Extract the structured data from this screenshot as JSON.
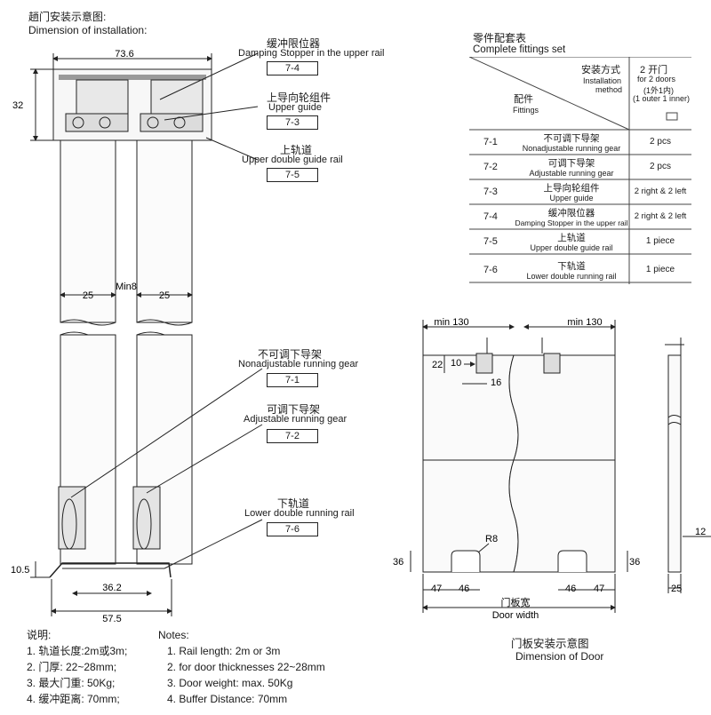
{
  "header": {
    "title_zh": "趟门安装示意图:",
    "title_en": "Dimension of installation:"
  },
  "install_dims": {
    "width_total": "73.6",
    "height_rail": "32",
    "door_w1": "25",
    "gap": "Min8",
    "door_w2": "25",
    "bottom_h": "10.5",
    "inner_w": "36.2",
    "outer_w": "57.5"
  },
  "callouts": [
    {
      "zh": "缓冲限位器",
      "en": "Damping Stopper in the upper rail",
      "code": "7-4"
    },
    {
      "zh": "上导向轮组件",
      "en": "Upper guide",
      "code": "7-3"
    },
    {
      "zh": "上轨道",
      "en": "Upper double guide rail",
      "code": "7-5"
    },
    {
      "zh": "不可调下导架",
      "en": "Nonadjustable running gear",
      "code": "7-1"
    },
    {
      "zh": "可调下导架",
      "en": "Adjustable running gear",
      "code": "7-2"
    },
    {
      "zh": "下轨道",
      "en": "Lower double running rail",
      "code": "7-6"
    }
  ],
  "fittings": {
    "title_zh": "零件配套表",
    "title_en": "Complete fittings set",
    "header_method_zh": "安装方式",
    "header_method_en1": "Installation",
    "header_method_en2": "method",
    "header_parts_zh": "配件",
    "header_parts_en": "Fittings",
    "col_zh": "2 开门",
    "col_en": "for 2 doors",
    "col_zh2": "(1外1内)",
    "col_en2": "(1 outer 1 inner)",
    "rows": [
      {
        "code": "7-1",
        "zh": "不可调下导架",
        "en": "Nonadjustable running gear",
        "qty": "2 pcs"
      },
      {
        "code": "7-2",
        "zh": "可调下导架",
        "en": "Adjustable running gear",
        "qty": "2 pcs"
      },
      {
        "code": "7-3",
        "zh": "上导向轮组件",
        "en": "Upper guide",
        "qty": "2 right & 2 left"
      },
      {
        "code": "7-4",
        "zh": "缓冲限位器",
        "en": "Damping Stopper in the upper rail",
        "qty": "2 right & 2 left"
      },
      {
        "code": "7-5",
        "zh": "上轨道",
        "en": "Upper double guide rail",
        "qty": "1 piece"
      },
      {
        "code": "7-6",
        "zh": "下轨道",
        "en": "Lower double running rail",
        "qty": "1 piece"
      }
    ]
  },
  "door_dims": {
    "min_left": "min 130",
    "min_right": "min 130",
    "d22": "22",
    "d10": "10",
    "d16": "16",
    "r8": "R8",
    "d36_left": "36",
    "d36_right": "36",
    "d47a": "47",
    "d46a": "46",
    "d46b": "46",
    "d47b": "47",
    "width_zh": "门板宽",
    "width_en": "Door width",
    "side_12": "12",
    "side_25": "25",
    "caption_zh": "门板安装示意图",
    "caption_en": "Dimension of Door"
  },
  "notes_zh": {
    "title": "说明:",
    "items": [
      "1. 轨道长度:2m或3m;",
      "2. 门厚: 22~28mm;",
      "3. 最大门重: 50Kg;",
      "4. 缓冲距离: 70mm;"
    ]
  },
  "notes_en": {
    "title": "Notes:",
    "items": [
      "1. Rail length: 2m or 3m",
      "2. for door thicknesses 22~28mm",
      "3. Door weight: max. 50Kg",
      "4. Buffer Distance: 70mm"
    ]
  }
}
